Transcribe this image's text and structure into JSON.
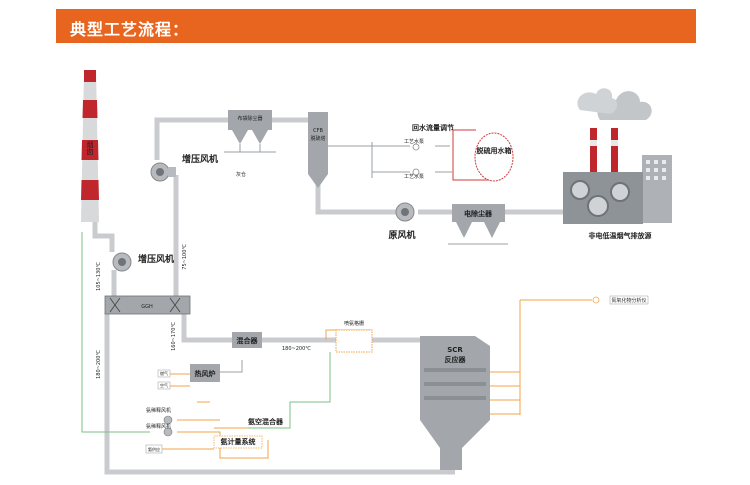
{
  "header": {
    "title": "典型工艺流程："
  },
  "labels": {
    "chimney": "烟囱",
    "bag_filter": "布袋除尘器",
    "cfb": "CFB",
    "desulf_tower": "脱硫塔",
    "water_regulation": "回水流量调节",
    "pump1": "工艺水泵",
    "pump2": "工艺水泵",
    "desulf_tank": "脱硫用水箱",
    "booster_fan_top": "增压风机",
    "booster_fan_left": "增压风机",
    "induced_fan": "原风机",
    "esp": "电除尘器",
    "source": "非电低温烟气排放源",
    "ggh": "GGH",
    "mixer": "混合器",
    "grid": "喷氨格栅",
    "scr1": "SCR",
    "scr2": "反应器",
    "hot_furnace": "热风炉",
    "dilution_fan1": "氨稀释风机",
    "dilution_fan2": "氨稀释风机",
    "air_ammonia_mixer": "氨空混合器",
    "ammonia_metering": "氨计量系统",
    "ammonia_supply": "氨供应",
    "nox_analyzer": "氮氧化物分析仪",
    "ash": "灰仓",
    "t_75_100": "75~100℃",
    "t_105_130": "105~130℃",
    "t_180_200_left": "180~200℃",
    "t_180_200_mid": "180~200℃",
    "t_160_170": "160~170℃",
    "gas_in1": "燃气",
    "gas_in2": "空气"
  },
  "colors": {
    "banner": "#e8651f",
    "pipe": "#c9cbce",
    "equipment": "#9ea2a6",
    "chimney_red": "#c0272d",
    "ammonia_line": "#f2a54a",
    "air_line": "#7bbf88"
  }
}
